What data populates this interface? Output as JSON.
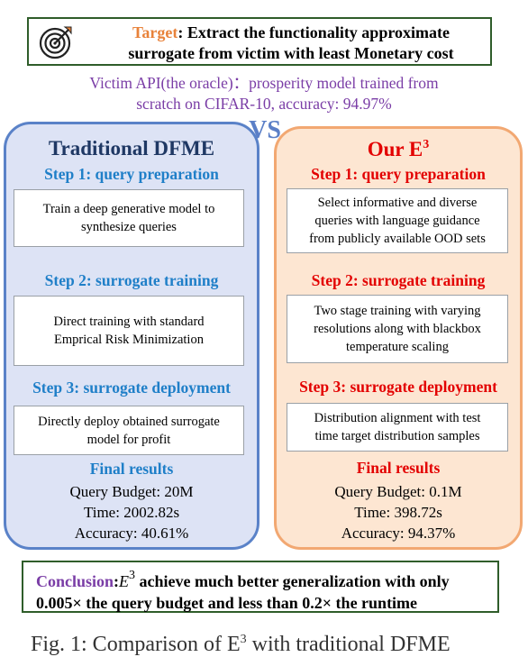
{
  "target": {
    "label": "Target",
    "text_line1": ": Extract the functionality approximate",
    "text_line2": "surrogate from victim with least Monetary cost"
  },
  "victim": {
    "line1": "Victim API(the oracle)：prosperity model trained from",
    "line2": "scratch on CIFAR-10, accuracy: 94.97%"
  },
  "vs_label": "VS",
  "left_panel": {
    "title": "Traditional DFME",
    "steps": [
      {
        "label": "Step 1: query preparation",
        "box_line1": "Train a deep generative model to",
        "box_line2": "synthesize queries",
        "box_line3": ""
      },
      {
        "label": "Step 2: surrogate training",
        "box_line1": "Direct training with standard",
        "box_line2": "Emprical Risk Minimization",
        "box_line3": ""
      },
      {
        "label": "Step 3: surrogate deployment",
        "box_line1": "Directly deploy obtained surrogate",
        "box_line2": "model for profit",
        "box_line3": ""
      }
    ],
    "final_title": "Final results",
    "results": [
      "Query Budget: 20M",
      "Time: 2002.82s",
      "Accuracy: 40.61%"
    ]
  },
  "right_panel": {
    "title_prefix": "Our E",
    "title_sup": "3",
    "steps": [
      {
        "label": "Step 1: query preparation",
        "box_line1": "Select informative and diverse",
        "box_line2": "queries with language guidance",
        "box_line3": "from publicly available OOD sets"
      },
      {
        "label": "Step 2: surrogate training",
        "box_line1": "Two stage training with varying",
        "box_line2": "resolutions along with blackbox",
        "box_line3": "temperature scaling"
      },
      {
        "label": "Step 3: surrogate deployment",
        "box_line1": "Distribution alignment with test",
        "box_line2": "time target distribution samples",
        "box_line3": ""
      }
    ],
    "final_title": "Final results",
    "results": [
      "Query Budget: 0.1M",
      "Time: 398.72s",
      "Accuracy: 94.37%"
    ]
  },
  "conclusion": {
    "label": "Conclusion",
    "colon": ":",
    "e_letter": "E",
    "e_sup": "3",
    "text_line1": " achieve much better generalization with only",
    "text_line2": "0.005× the query budget and less than 0.2× the runtime"
  },
  "caption": {
    "text": "Fig. 1: Comparison of E",
    "sup": "3",
    "tail": " with traditional DFME"
  },
  "colors": {
    "left_accent": "#1f7fc8",
    "left_title": "#1f3864",
    "left_border": "#5a82c8",
    "left_bg": "#dde3f5",
    "right_accent": "#e30000",
    "right_border": "#f2a872",
    "right_bg": "#fde6d2",
    "target_label": "#e8823a",
    "victim_text": "#7a3da6",
    "frame_green": "#2f5d2a"
  },
  "icons": {
    "target": "target-dart-icon"
  }
}
